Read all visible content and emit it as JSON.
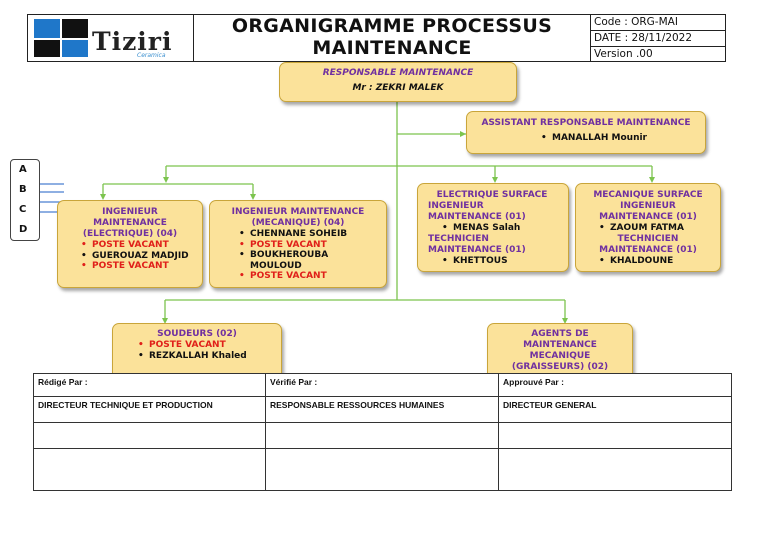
{
  "header": {
    "logo_text": "Tiziri",
    "logo_sub": "Ceramica",
    "title_line1": "ORGANIGRAMME PROCESSUS",
    "title_line2": "MAINTENANCE",
    "code": "Code : ORG-MAI",
    "date": "DATE : 28/11/2022",
    "version": "Version .00"
  },
  "colors": {
    "box_fill": "#fbe29a",
    "title_purple": "#7030a0",
    "vacant_red": "#e0201a",
    "connector_green": "#7cc44e",
    "logo_blue": "#1f77c9"
  },
  "responsable": {
    "title": "RESPONSABLE MAINTENANCE",
    "name": "Mr : ZEKRI MALEK"
  },
  "assistant": {
    "title": "ASSISTANT RESPONSABLE MAINTENANCE",
    "members": [
      "MANALLAH Mounir"
    ]
  },
  "letters": [
    "A",
    "B",
    "C",
    "D"
  ],
  "ing_elec": {
    "title": "INGENIEUR MAINTENANCE (ELECTRIQUE) (04)",
    "members": [
      "POSTE VACANT",
      "GUEROUAZ MADJID",
      "POSTE VACANT"
    ]
  },
  "ing_meca": {
    "title": "INGENIEUR MAINTENANCE (MECANIQUE) (04)",
    "members": [
      "CHENNANE SOHEIB",
      "POSTE VACANT",
      "BOUKHEROUBA MOULOUD",
      "POSTE VACANT"
    ]
  },
  "elec_surface": {
    "title": "ELECTRIQUE SURFACE",
    "sub1": "INGENIEUR MAINTENANCE (01)",
    "member1": "MENAS Salah",
    "sub2": "TECHNICIEN MAINTENANCE (01)",
    "member2": "KHETTOUS"
  },
  "meca_surface": {
    "title": "MECANIQUE SURFACE",
    "sub1": "INGENIEUR MAINTENANCE (01)",
    "member1": "ZAOUM FATMA",
    "sub2": "TECHNICIEN MAINTENANCE (01)",
    "member2": "KHALDOUNE"
  },
  "soudeurs": {
    "title": "SOUDEURS (02)",
    "members": [
      "POSTE VACANT",
      "REZKALLAH Khaled"
    ]
  },
  "agents": {
    "title": "AGENTS DE MAINTENANCE MECANIQUE (GRAISSEURS) (02)"
  },
  "signatures": {
    "redige_label": "Rédigé Par :",
    "verifie_label": "Vérifié Par :",
    "approuve_label": "Approuvé Par :",
    "redige_role": "DIRECTEUR TECHNIQUE ET PRODUCTION",
    "verifie_role": "RESPONSABLE RESSOURCES HUMAINES",
    "approuve_role": "DIRECTEUR GENERAL"
  }
}
